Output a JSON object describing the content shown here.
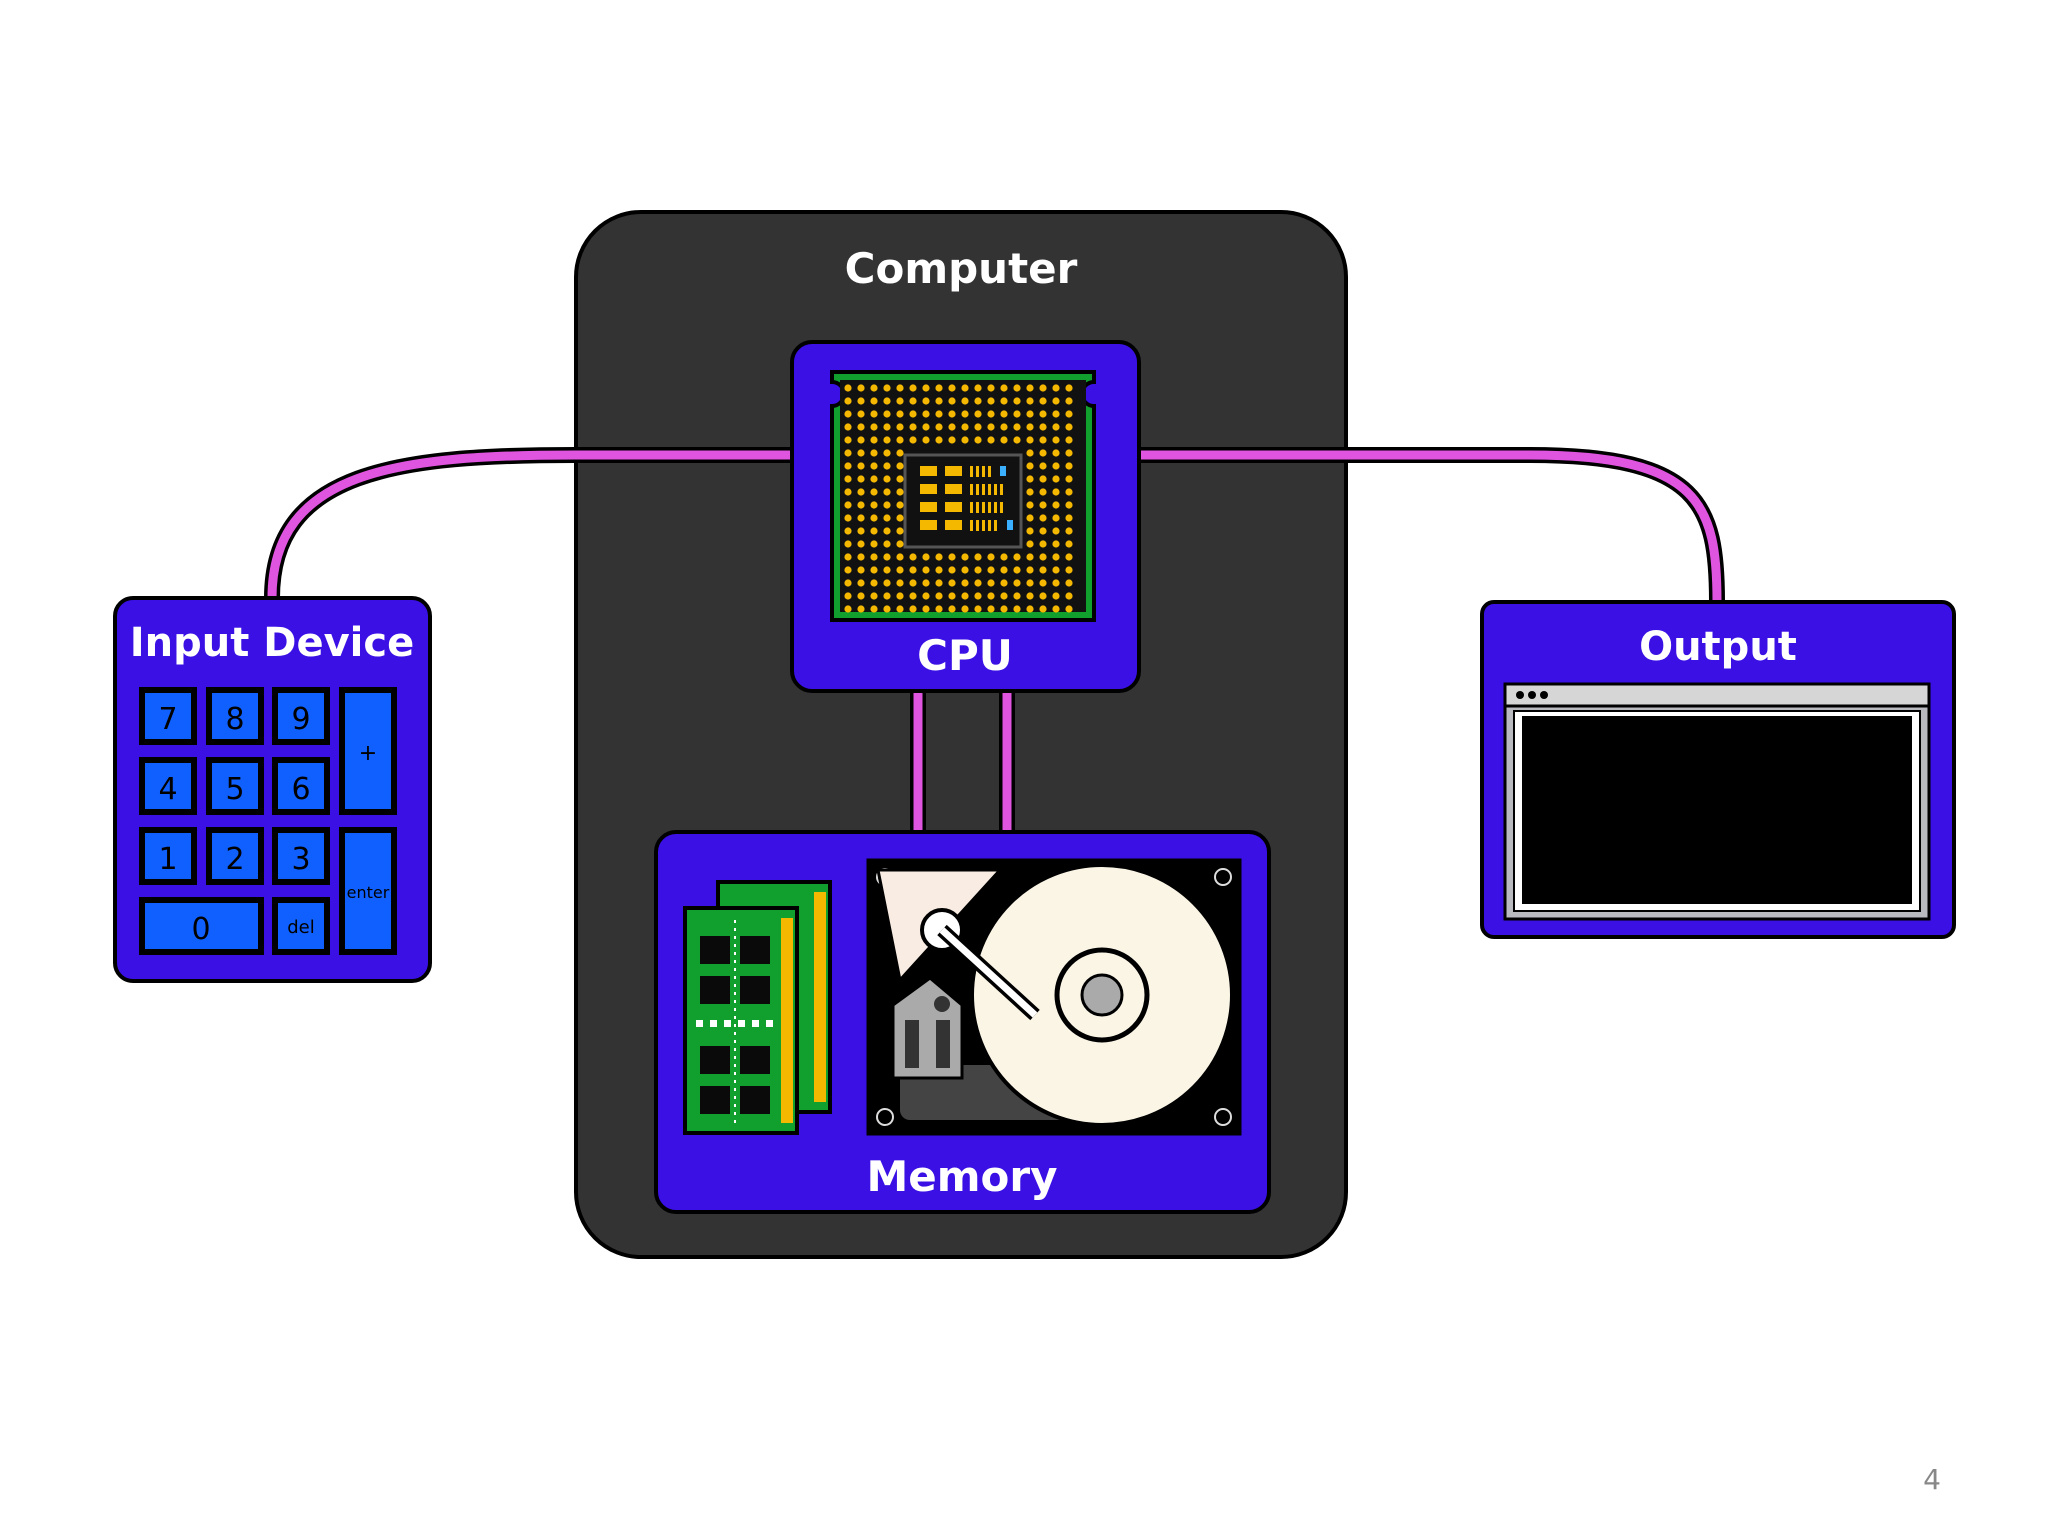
{
  "computer": {
    "label": "Computer"
  },
  "cpu": {
    "label": "CPU"
  },
  "memory": {
    "label": "Memory"
  },
  "input": {
    "label": "Input Device",
    "keys": {
      "k7": "7",
      "k8": "8",
      "k9": "9",
      "k4": "4",
      "k5": "5",
      "k6": "6",
      "k1": "1",
      "k2": "2",
      "k3": "3",
      "k0": "0",
      "del": "del",
      "plus": "+",
      "enter": "enter"
    }
  },
  "output": {
    "label": "Output"
  },
  "page": {
    "number": "4"
  },
  "colors": {
    "component_fill": "#3a10e5",
    "computer_fill": "#333333",
    "wire": "#e055e0",
    "pcb_green": "#119f2d",
    "pin_gold": "#f5b800"
  }
}
